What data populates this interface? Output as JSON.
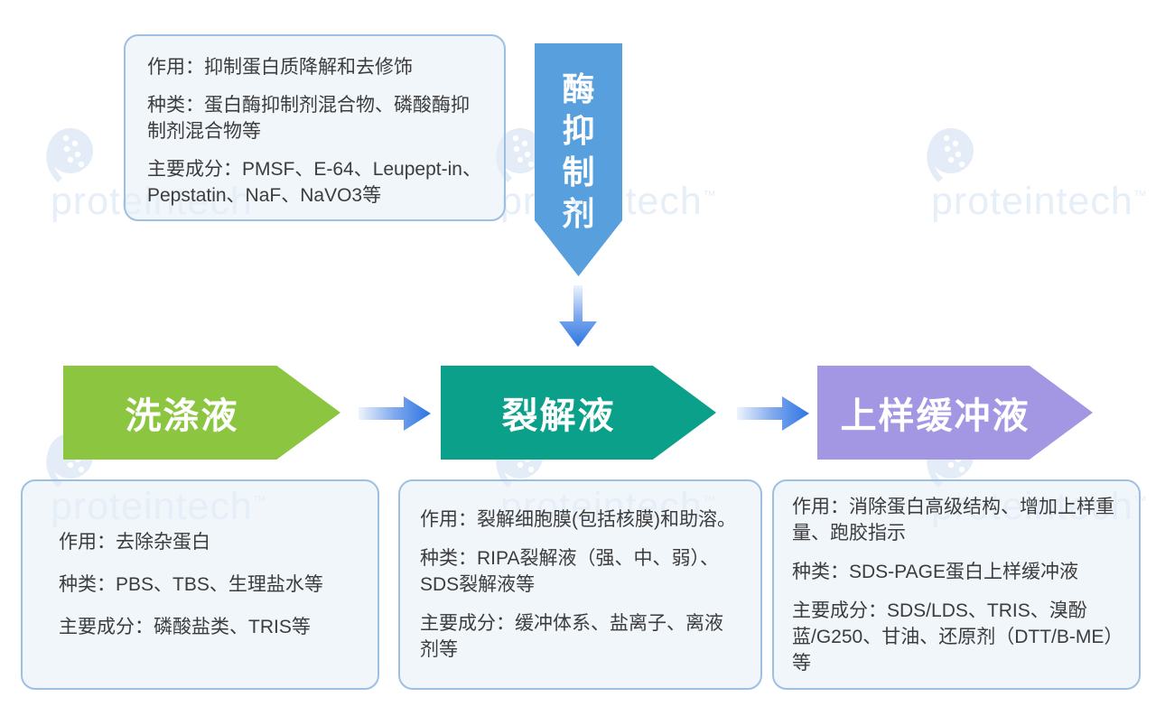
{
  "watermark": {
    "brand": "proteintech",
    "trademark": "™"
  },
  "enzyme_banner": {
    "label": "酶抑制剂"
  },
  "inhibitor_box": {
    "function": "作用：抑制蛋白质降解和去修饰",
    "types": "种类：蛋白酶抑制剂混合物、磷酸酶抑制剂混合物等",
    "components": "主要成分：PMSF、E-64、Leupept-in、Pepstatin、NaF、NaVO3等"
  },
  "steps": [
    {
      "label": "洗涤液",
      "color": "#8CC540",
      "function": "作用：去除杂蛋白",
      "types": "种类：PBS、TBS、生理盐水等",
      "components": "主要成分：磷酸盐类、TRIS等"
    },
    {
      "label": "裂解液",
      "color": "#0AA08A",
      "function": "作用：裂解细胞膜(包括核膜)和助溶。",
      "types": "种类：RIPA裂解液（强、中、弱）、SDS裂解液等",
      "components": "主要成分：缓冲体系、盐离子、离液剂等"
    },
    {
      "label": "上样缓冲液",
      "color": "#A396E2",
      "function": "作用：消除蛋白高级结构、增加上样重量、跑胶指示",
      "types": "种类：SDS-PAGE蛋白上样缓冲液",
      "components": "主要成分：SDS/LDS、TRIS、溴酚蓝/G250、甘油、还原剂（DTT/B-ME）等"
    }
  ],
  "colors": {
    "banner_blue": "#58A0DD",
    "flow_arrow_blue": "#2B74E2",
    "box_background": "#F1F6FB",
    "box_border": "#9DBFE2",
    "body_text": "#3C3C3C",
    "watermark": "#E6EEF8"
  }
}
